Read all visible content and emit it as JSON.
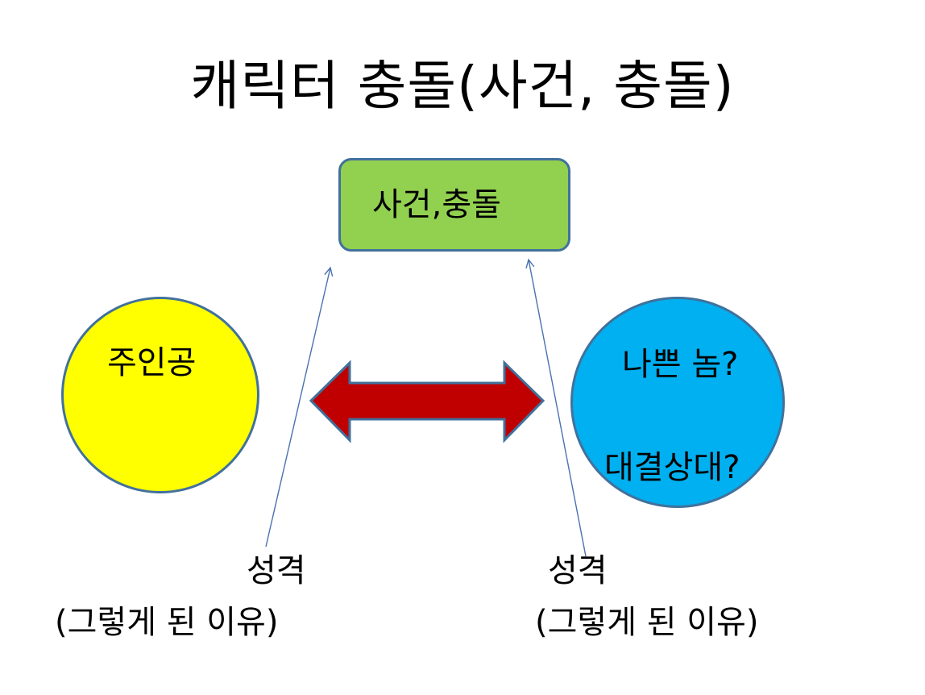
{
  "title": "캐릭터 충돌(사건, 충돌)",
  "event_box": {
    "label": "사건,충돌",
    "fill": "#92d050"
  },
  "protagonist": {
    "label": "주인공",
    "fill": "#ffff00"
  },
  "antagonist": {
    "line1": "나쁜 놈?",
    "line2": "대결상대?",
    "fill": "#00b0f0"
  },
  "left_note": {
    "trait": "성격",
    "reason": "(그렇게 된 이유)"
  },
  "right_note": {
    "trait": "성격",
    "reason": "(그렇게 된 이유)"
  },
  "colors": {
    "outline": "#41719c",
    "conflict_arrow": "#c00000",
    "pointer_lines": "#4a72b0"
  }
}
